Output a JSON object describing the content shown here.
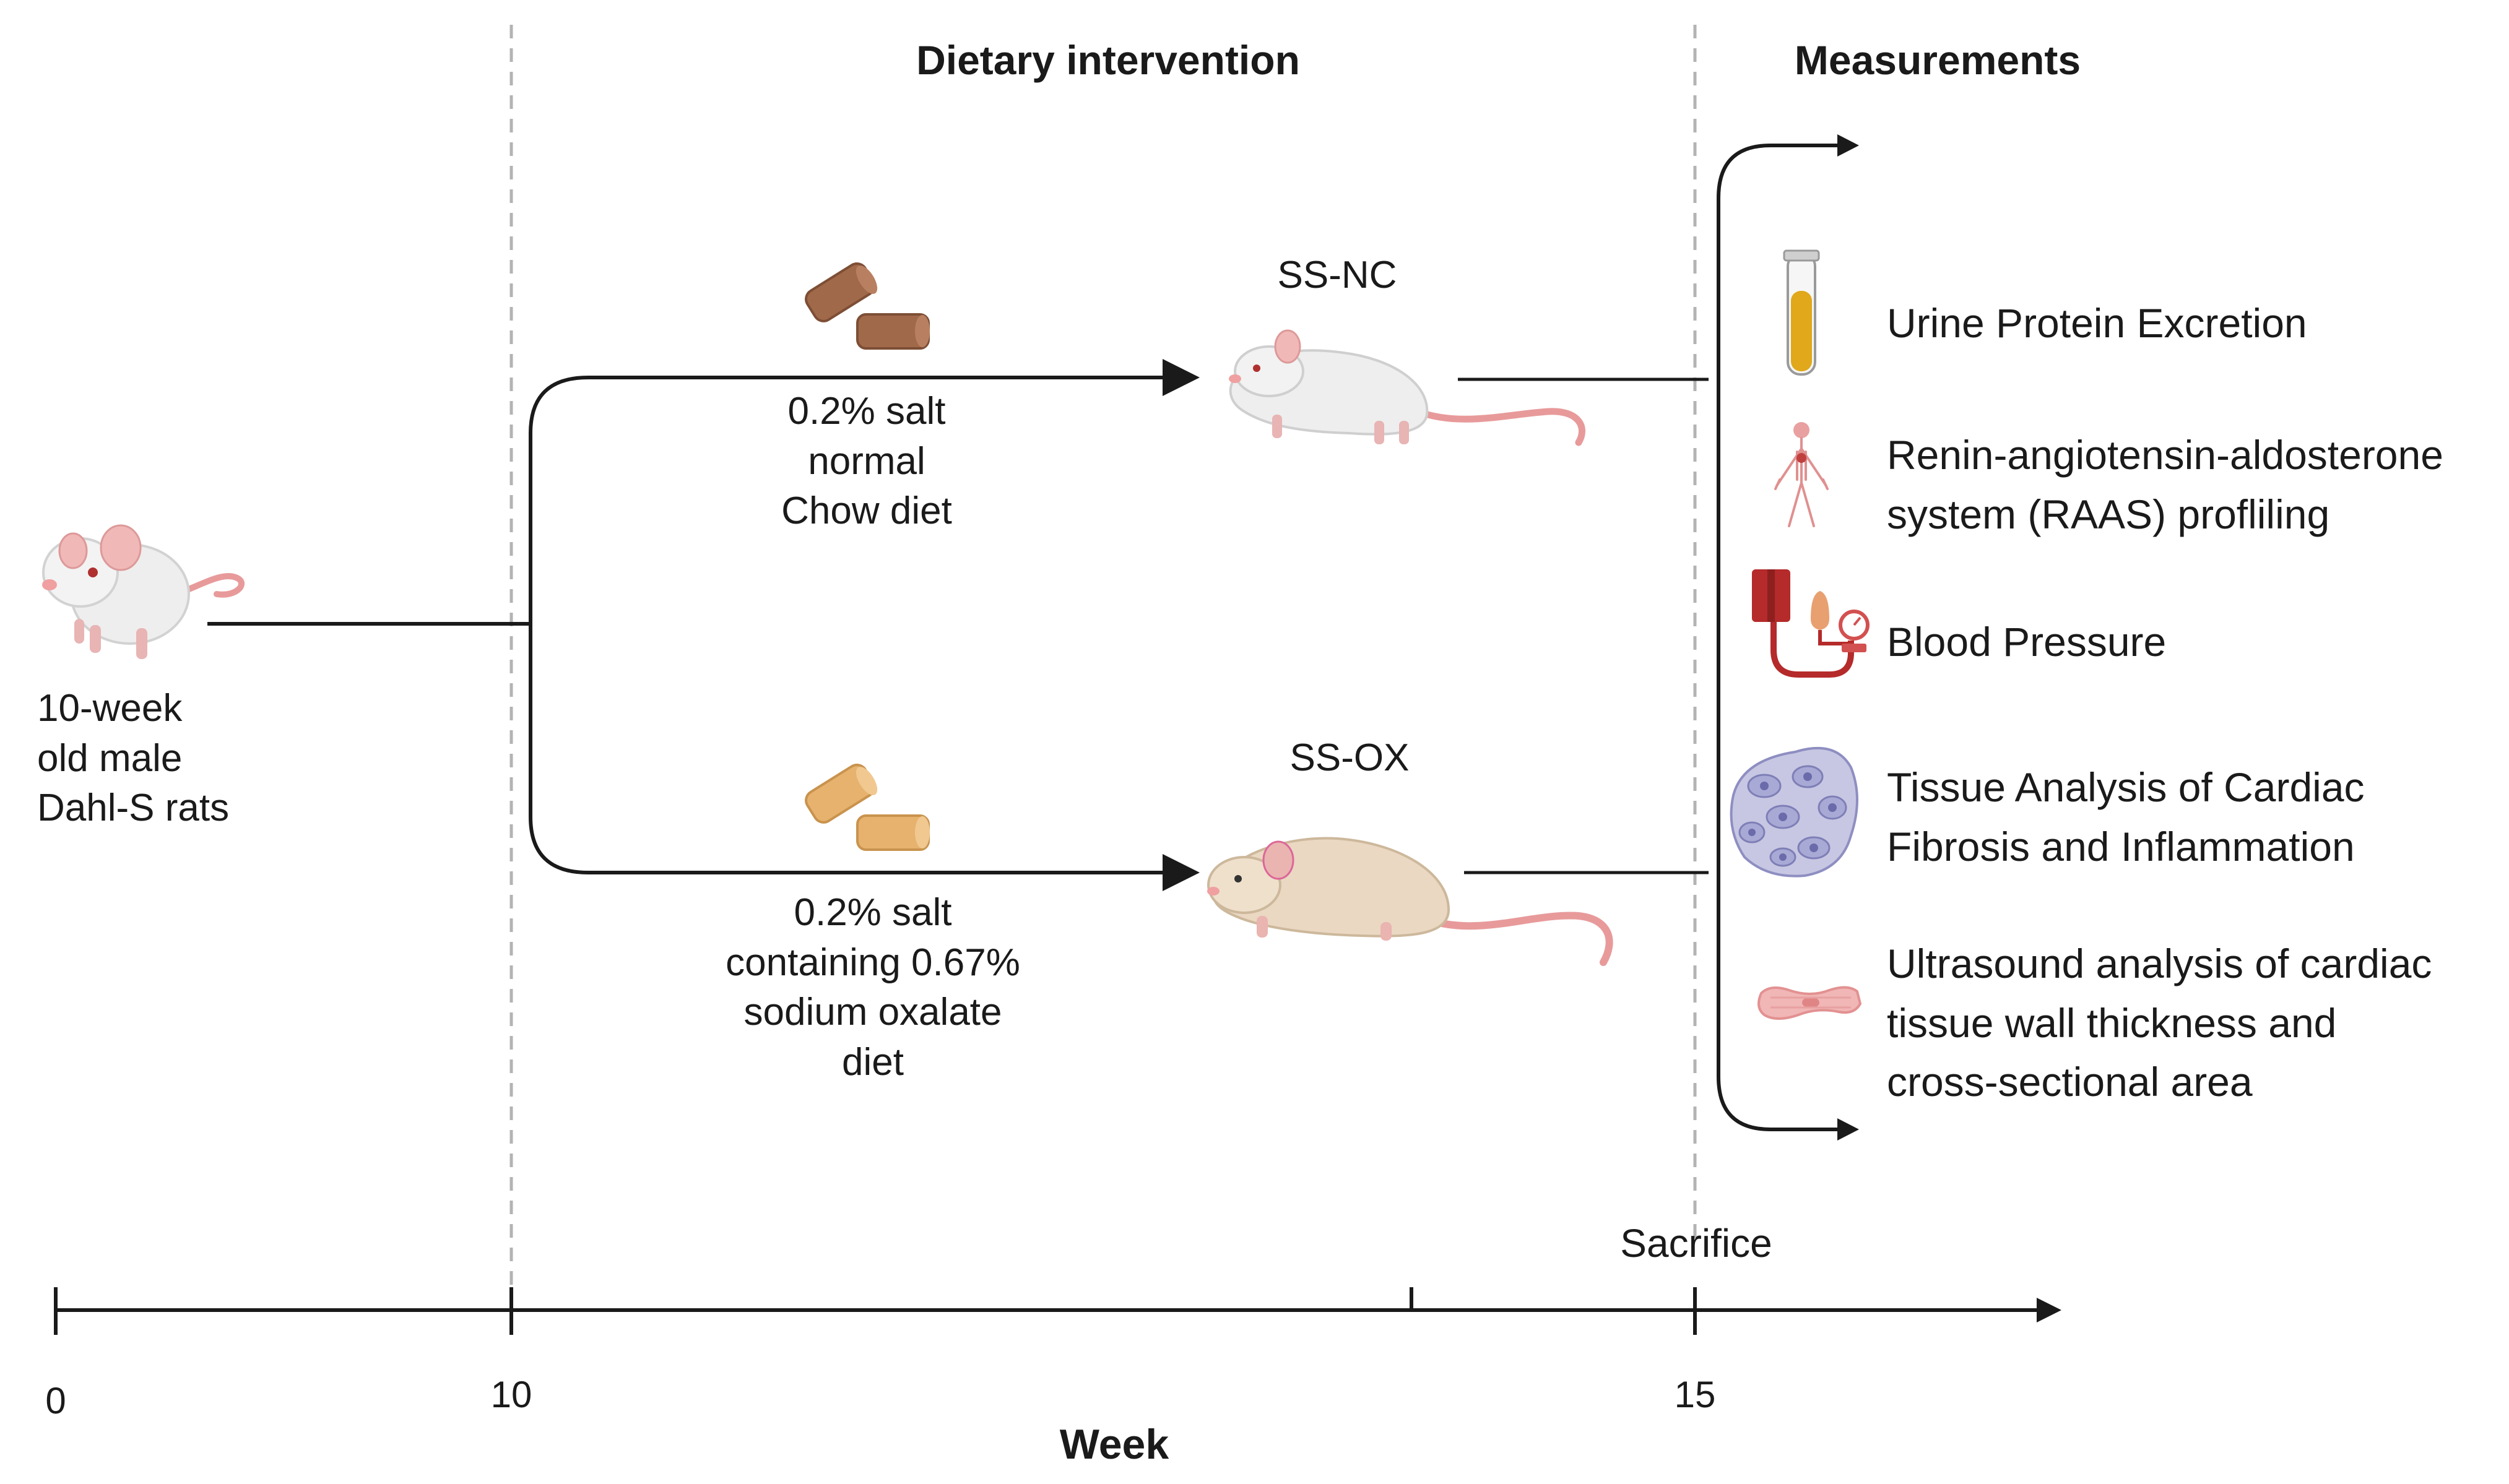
{
  "headers": {
    "dietary": "Dietary intervention",
    "measurements": "Measurements"
  },
  "start_group": {
    "label": "10-week\nold male\nDahl-S rats"
  },
  "groups": [
    {
      "name": "SS-NC",
      "diet": "0.2% salt\nnormal\nChow diet",
      "pellet_color": "#a0694a"
    },
    {
      "name": "SS-OX",
      "diet": "0.2% salt\ncontaining 0.67%\nsodium oxalate\ndiet",
      "pellet_color": "#e6b26e"
    }
  ],
  "measurements": [
    {
      "label": "Urine Protein Excretion",
      "icon": "urine-tube-icon"
    },
    {
      "label": "Renin-angiotensin-aldosterone\nsystem (RAAS) profliling",
      "icon": "vascular-system-icon"
    },
    {
      "label": "Blood Pressure",
      "icon": "blood-pressure-cuff-icon"
    },
    {
      "label": "Tissue Analysis of Cardiac\nFibrosis and Inflammation",
      "icon": "tissue-cells-icon"
    },
    {
      "label": "Ultrasound analysis of cardiac\ntissue wall thickness and\ncross-sectional area",
      "icon": "cardiac-tissue-icon"
    }
  ],
  "timeline": {
    "axis_label": "Week",
    "ticks": [
      "0",
      "10",
      "15"
    ],
    "event": "Sacrifice"
  },
  "colors": {
    "line": "#1a1a1a",
    "dashed": "#b3b3b3",
    "rat_white": "#eeeeee",
    "rat_tan": "#ead8c2",
    "pink": "#e89a9a",
    "tube_fill": "#e0a81a",
    "blood_red": "#b52a2a",
    "tissue_purple": "#9c9ccc"
  }
}
